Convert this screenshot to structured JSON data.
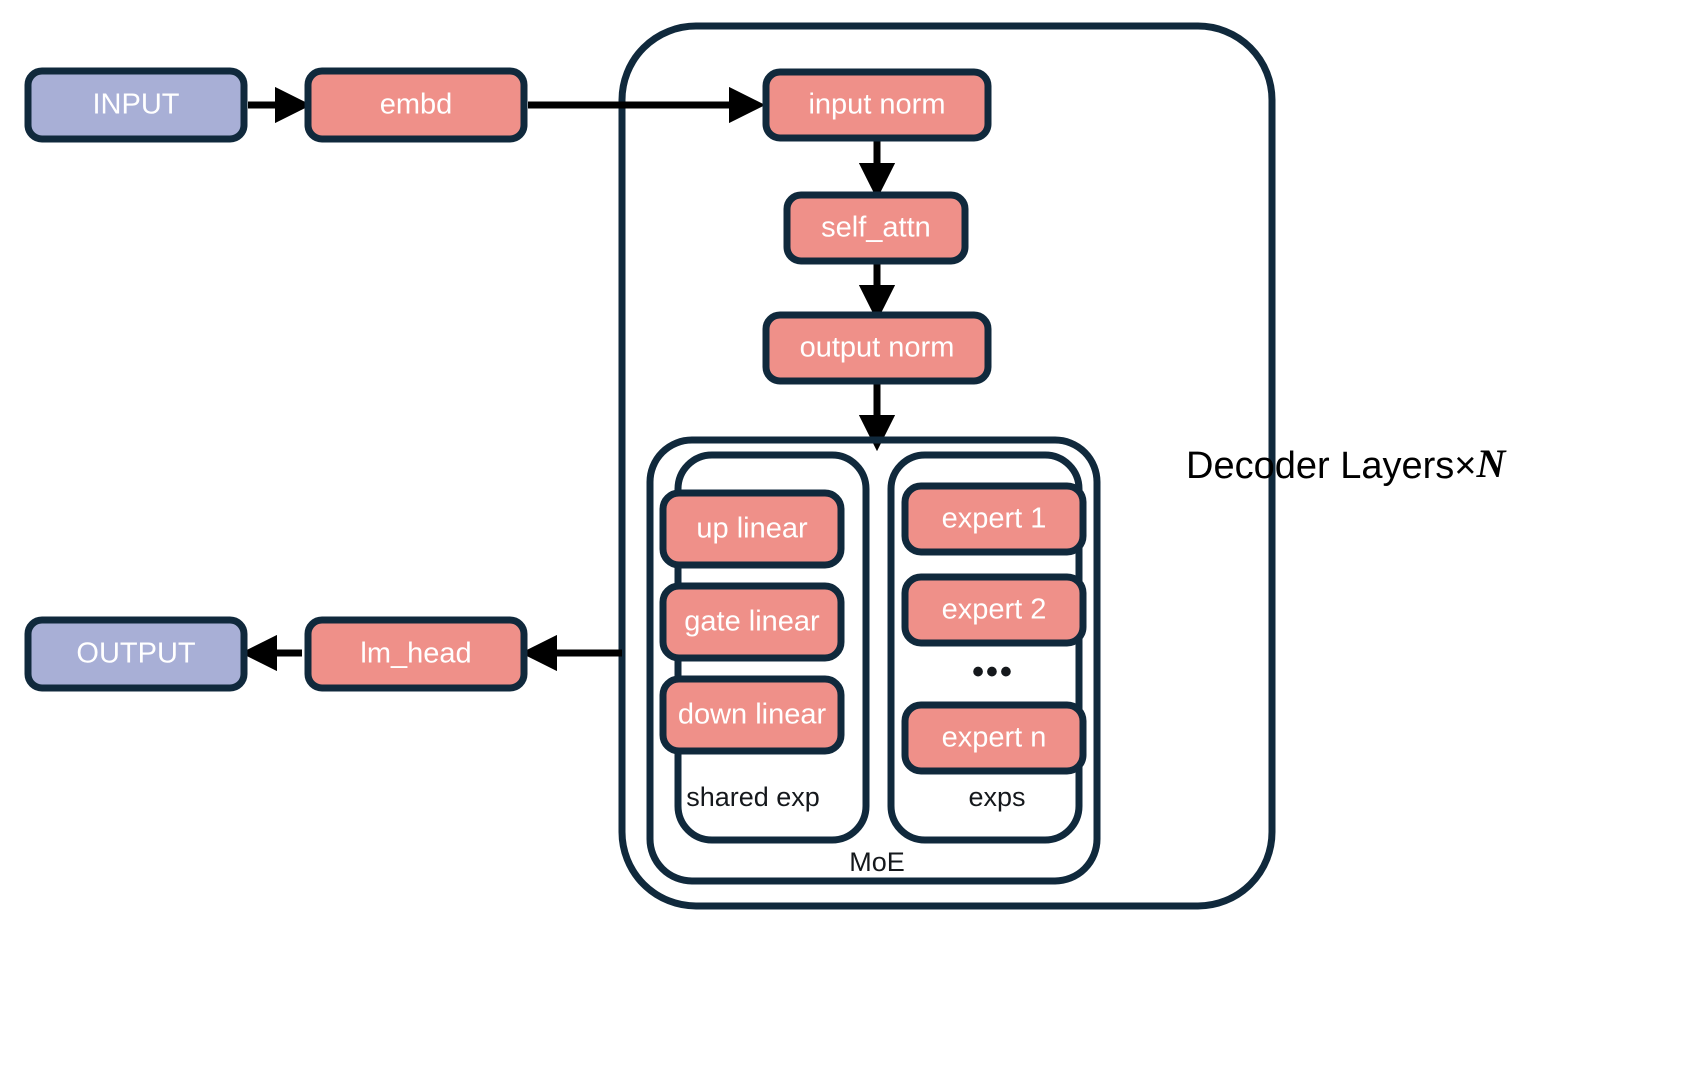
{
  "diagram": {
    "title": "Decoder Layers",
    "side_label": {
      "text": "Decoder Layers×",
      "repeat_symbol": "N"
    },
    "colors": {
      "salmon": "#ef9089",
      "blue": "#a8afd6",
      "outline": "#10293c",
      "edge": "#000000",
      "label_text": "#ffffff",
      "background": "#ffffff"
    },
    "nodes": {
      "input": "INPUT",
      "embd": "embd",
      "input_norm": "input norm",
      "self_attn": "self_attn",
      "output_norm": "output norm",
      "lm_head": "lm_head",
      "output": "OUTPUT"
    },
    "moe": {
      "label": "MoE",
      "shared_expert": {
        "label": "shared exp",
        "items": [
          "up linear",
          "gate linear",
          "down linear"
        ]
      },
      "experts": {
        "label": "exps",
        "items": [
          "expert 1",
          "expert 2",
          "expert n"
        ],
        "ellipsis": "•••"
      }
    }
  }
}
